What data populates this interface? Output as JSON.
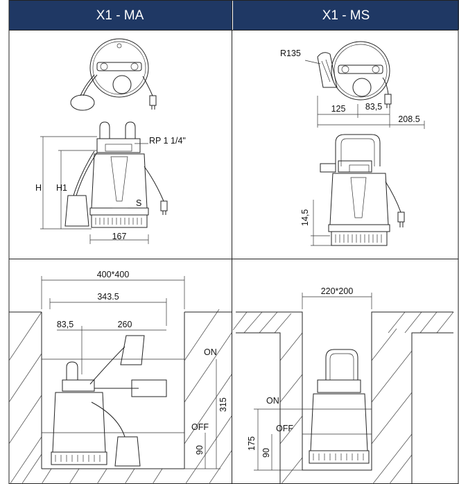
{
  "headers": {
    "left": "X1 - MA",
    "right": "X1 - MS"
  },
  "colors": {
    "header_bg": "#1f3864",
    "header_text": "#ffffff",
    "line": "#222222"
  },
  "panel_ma": {
    "connection": "RP 1 1/4\"",
    "height_label": "H",
    "h1_label": "H1",
    "s_label": "S",
    "width": "167"
  },
  "panel_ms": {
    "radius": "R135",
    "dim_125": "125",
    "dim_83_5": "83,5",
    "dim_208_5": "208.5",
    "dim_14_5": "14,5"
  },
  "install_ma": {
    "pit": "400*400",
    "inner": "343.5",
    "offset": "83,5",
    "reach": "260",
    "on": "ON",
    "off": "OFF",
    "h_on": "315",
    "h_off": "90"
  },
  "install_ms": {
    "pit": "220*200",
    "on": "ON",
    "off": "OFF",
    "h_on": "175",
    "h_off": "90"
  }
}
